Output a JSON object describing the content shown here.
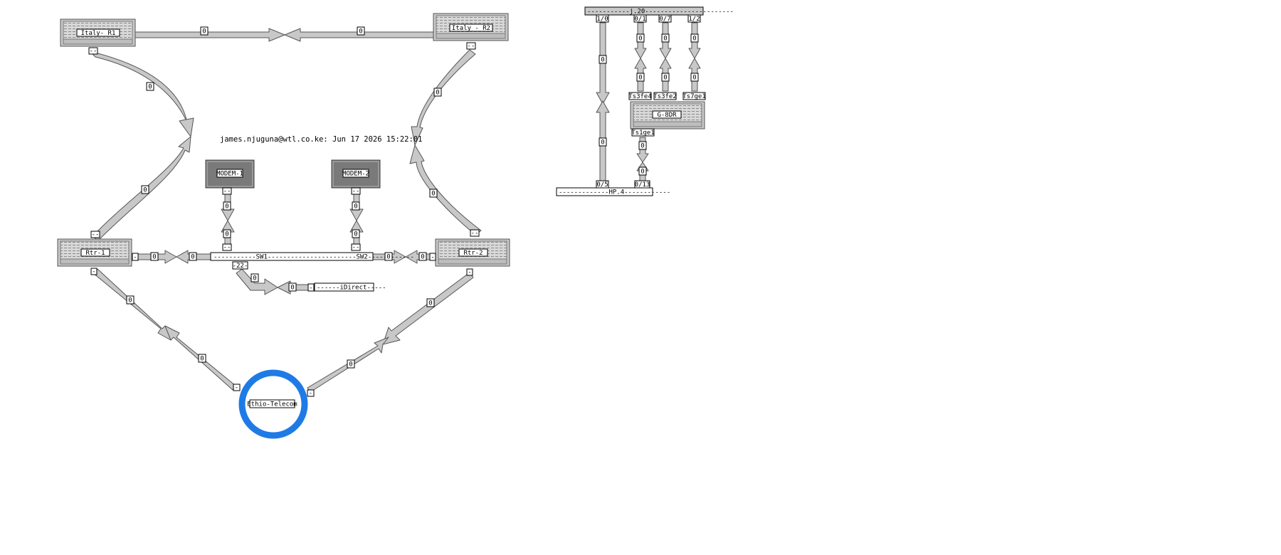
{
  "timestamp": "james.njuguna@wtl.co.ke: Jun 17 2026 15:22:01",
  "colors": {
    "link_fill": "#c8c8c8",
    "link_stroke": "#555555",
    "device_body": "#cfcfcf",
    "modem_body": "#7a7a7a",
    "cloud_ring": "#1e7be6"
  },
  "devices": {
    "italy_r1": "Italy- R1",
    "italy_r2": "Italy - R2",
    "rtr1": "Rtr-1",
    "rtr2": "Rtr-2",
    "g8dr": "G-8DR",
    "modem1": "MODEM-1",
    "modem2": "MODEM-2",
    "ethio": "Ethio-Telecom"
  },
  "buses": {
    "sw": "-----------SW1-----------------------SW2------------",
    "idirect": "------iDirect-----",
    "j20": "-----------j.20-----------------------",
    "hp4": "-------------HP.4------------"
  },
  "ports": {
    "italy_r1_bottom": "--",
    "italy_r2_bottom": "--",
    "rtr1_top": "--",
    "rtr1_right": "-",
    "rtr1_bottom": "-",
    "rtr2_top": "--",
    "rtr2_left": "-",
    "rtr2_bottom": "-",
    "modem1_bottom": "--",
    "modem2_bottom": "--",
    "sw_left": "-",
    "sw_right": "-",
    "sw_m1": "--",
    "sw_m2": "--",
    "sw_22": "-22-",
    "idirect_left": "-",
    "ethio_left": "-",
    "ethio_right": "-",
    "j20_p1": "1/0",
    "j20_p2": "0/1",
    "j20_p3": "0/7",
    "j20_p4": "1/2",
    "g8dr_t1": "Ts3fe4",
    "g8dr_t2": "Ts3fe2",
    "g8dr_t3": "Ts7ge1",
    "g8dr_b": "Ts1ge1",
    "hp4_p1": "0/5",
    "hp4_p2": "0/13"
  },
  "link_value": "0"
}
